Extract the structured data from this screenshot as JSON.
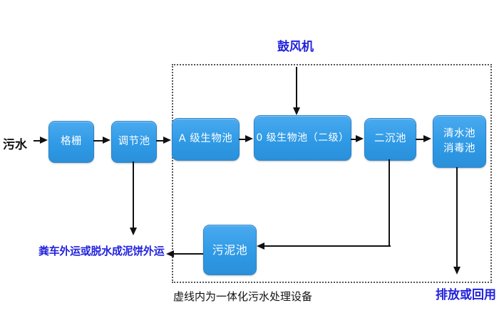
{
  "diagram": {
    "title_hint": "integrated-sewage-treatment-flowchart",
    "caption": "虚线内为一体化污水处理设备",
    "labels": {
      "influent": "污水",
      "blower": "鼓风机",
      "sludge_out": "粪车外运或脱水成泥饼外运",
      "discharge": "排放或回用"
    },
    "nodes": {
      "grid": "格栅",
      "regulating": "调节池",
      "a_bio": "A 级生物池",
      "o_bio": "0 级生物池（二级）",
      "secondary_sed": "二沉池",
      "clean_line1": "清水池",
      "clean_line2": "消毒池",
      "sludge": "污泥池"
    },
    "colors": {
      "box_fill": "#2f9ae6",
      "box_fill_light": "#4aaaef",
      "box_border": "#2a84cd",
      "box_text": "#ffffff",
      "blue_text": "#2222dd",
      "black_text": "#111111",
      "arrow": "#111111",
      "dashed_border": "#555555",
      "background": "#ffffff"
    }
  }
}
